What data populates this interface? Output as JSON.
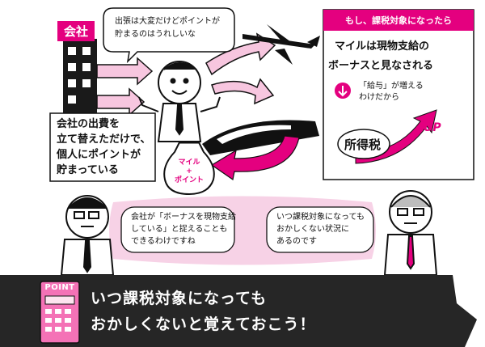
{
  "top": {
    "company_tag": "会社",
    "speech_bubble": [
      "出張は大変だけどポイントが",
      "貯まるのはうれしいな"
    ],
    "explain_box": [
      "会社の出費を",
      "立て替えただけで、",
      "個人にポイントが",
      "貯まっている"
    ],
    "bag_label": [
      "マイル",
      "+",
      "ポイント"
    ]
  },
  "right_panel": {
    "header": "もし、課税対象になったら",
    "line1": "マイルは現物支給の",
    "line2": "ボーナスと見なされる",
    "reason": [
      "「給与」が増える",
      "わけだから"
    ],
    "tax_label": "所得税",
    "up_label": "UP"
  },
  "dialogue": {
    "left_bubble": [
      "会社が「ボーナスを現物支給",
      "している」と捉えることも",
      "できるわけですね"
    ],
    "right_bubble": [
      "いつ課税対象になっても",
      "おかしくない状況に",
      "あるのです"
    ]
  },
  "banner": {
    "point_label": "POINT",
    "line1": "いつ課税対象になっても",
    "line2": "おかしくないと覚えておこう！"
  },
  "colors": {
    "accent": "#e4007f",
    "bubble_fill": "#f7d2e6",
    "banner_bg": "#262626"
  }
}
